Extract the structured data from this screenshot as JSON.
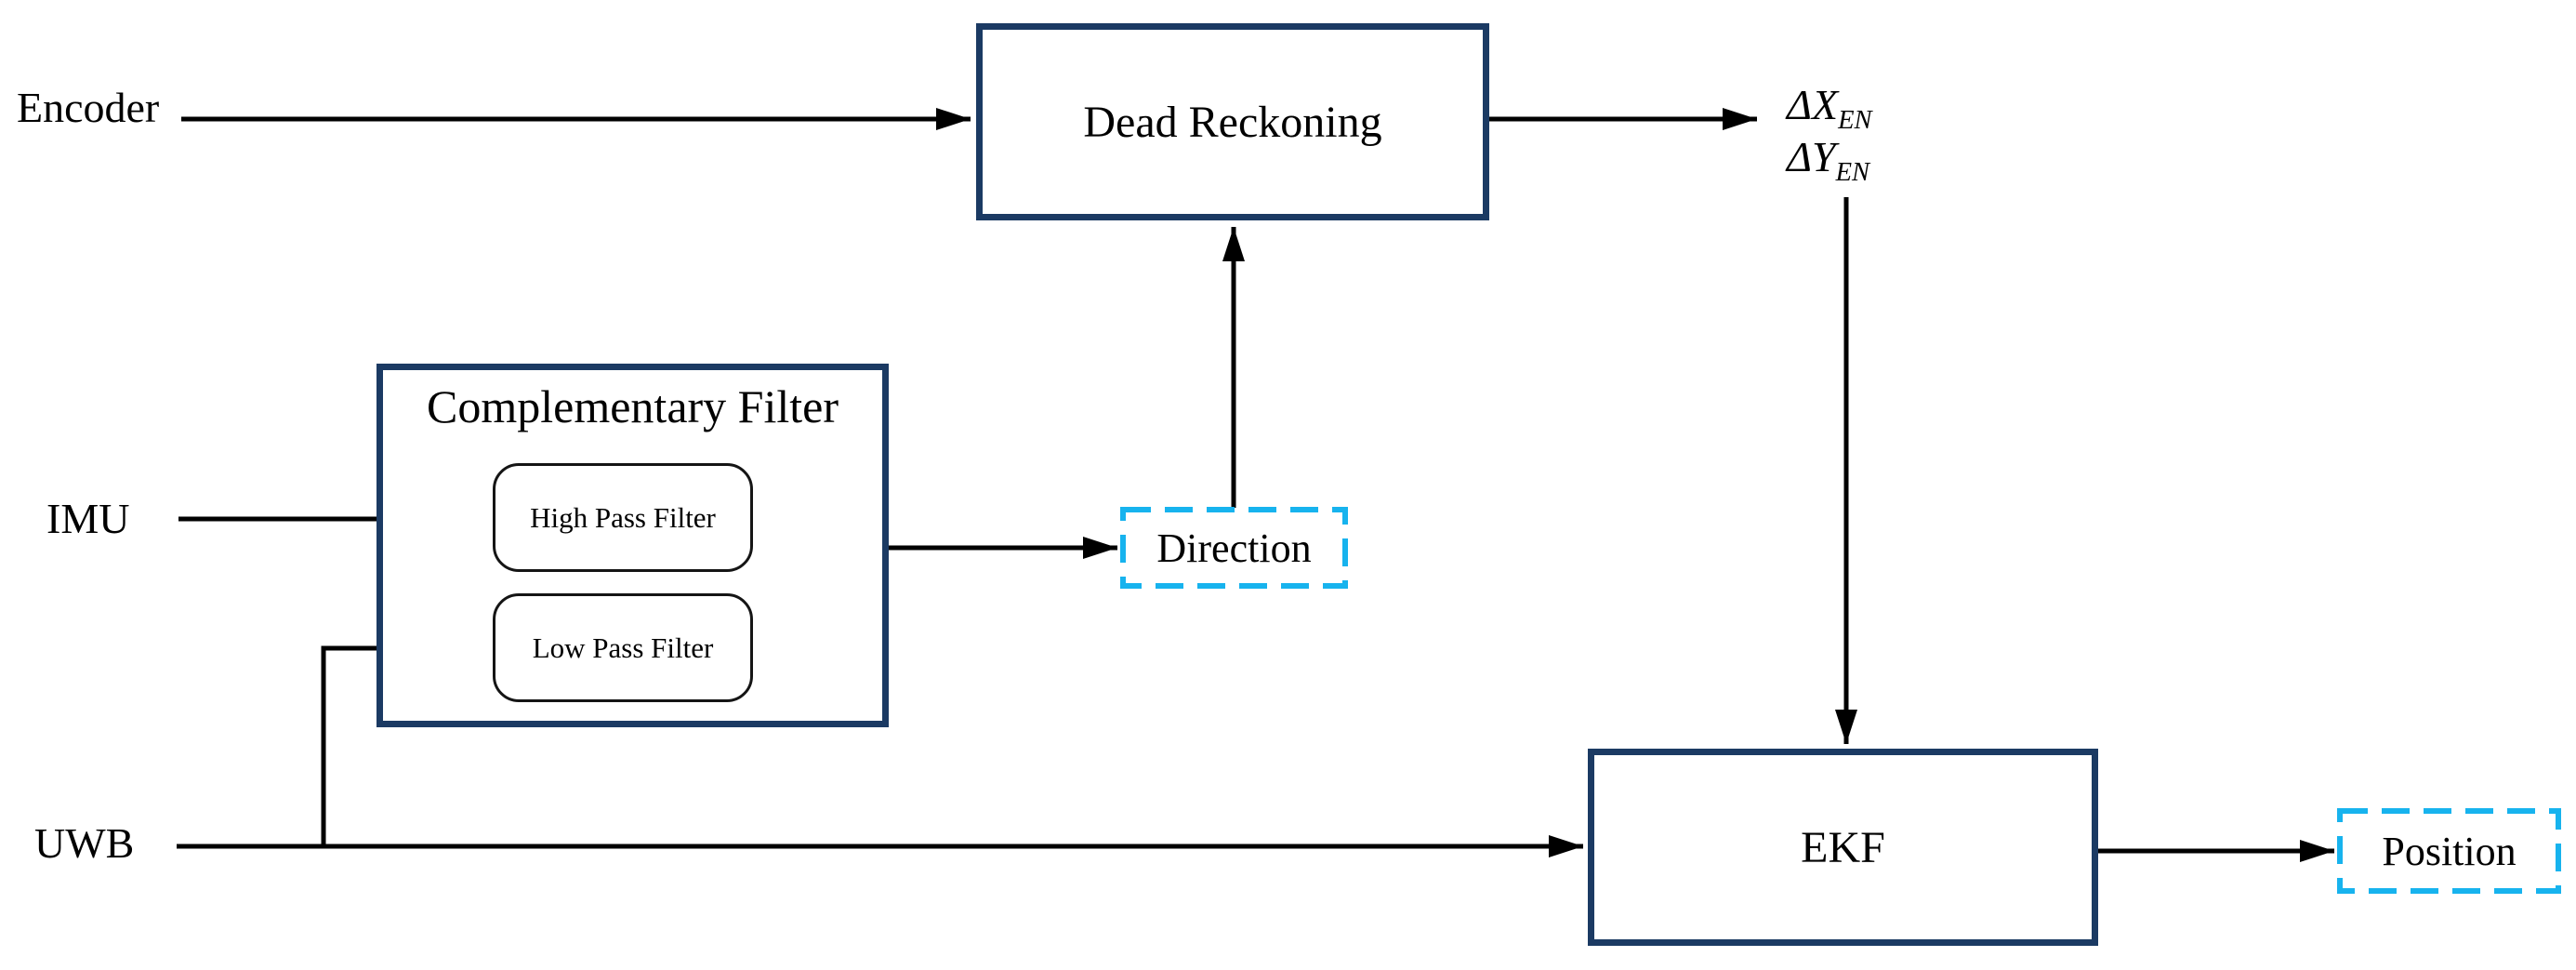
{
  "nodes": {
    "encoder_label": "Encoder",
    "imu_label": "IMU",
    "uwb_label": "UWB",
    "dead_reckoning": "Dead Reckoning",
    "complementary_filter": "Complementary Filter",
    "high_pass_filter": "High Pass Filter",
    "low_pass_filter": "Low Pass Filter",
    "ekf": "EKF",
    "direction": "Direction",
    "position": "Position",
    "delta_x": {
      "base": "ΔX",
      "sub": "EN"
    },
    "delta_y": {
      "base": "ΔY",
      "sub": "EN"
    }
  },
  "colors": {
    "box_border": "#1b3a63",
    "dashed_border": "#17b3ee",
    "connector": "#000000"
  }
}
